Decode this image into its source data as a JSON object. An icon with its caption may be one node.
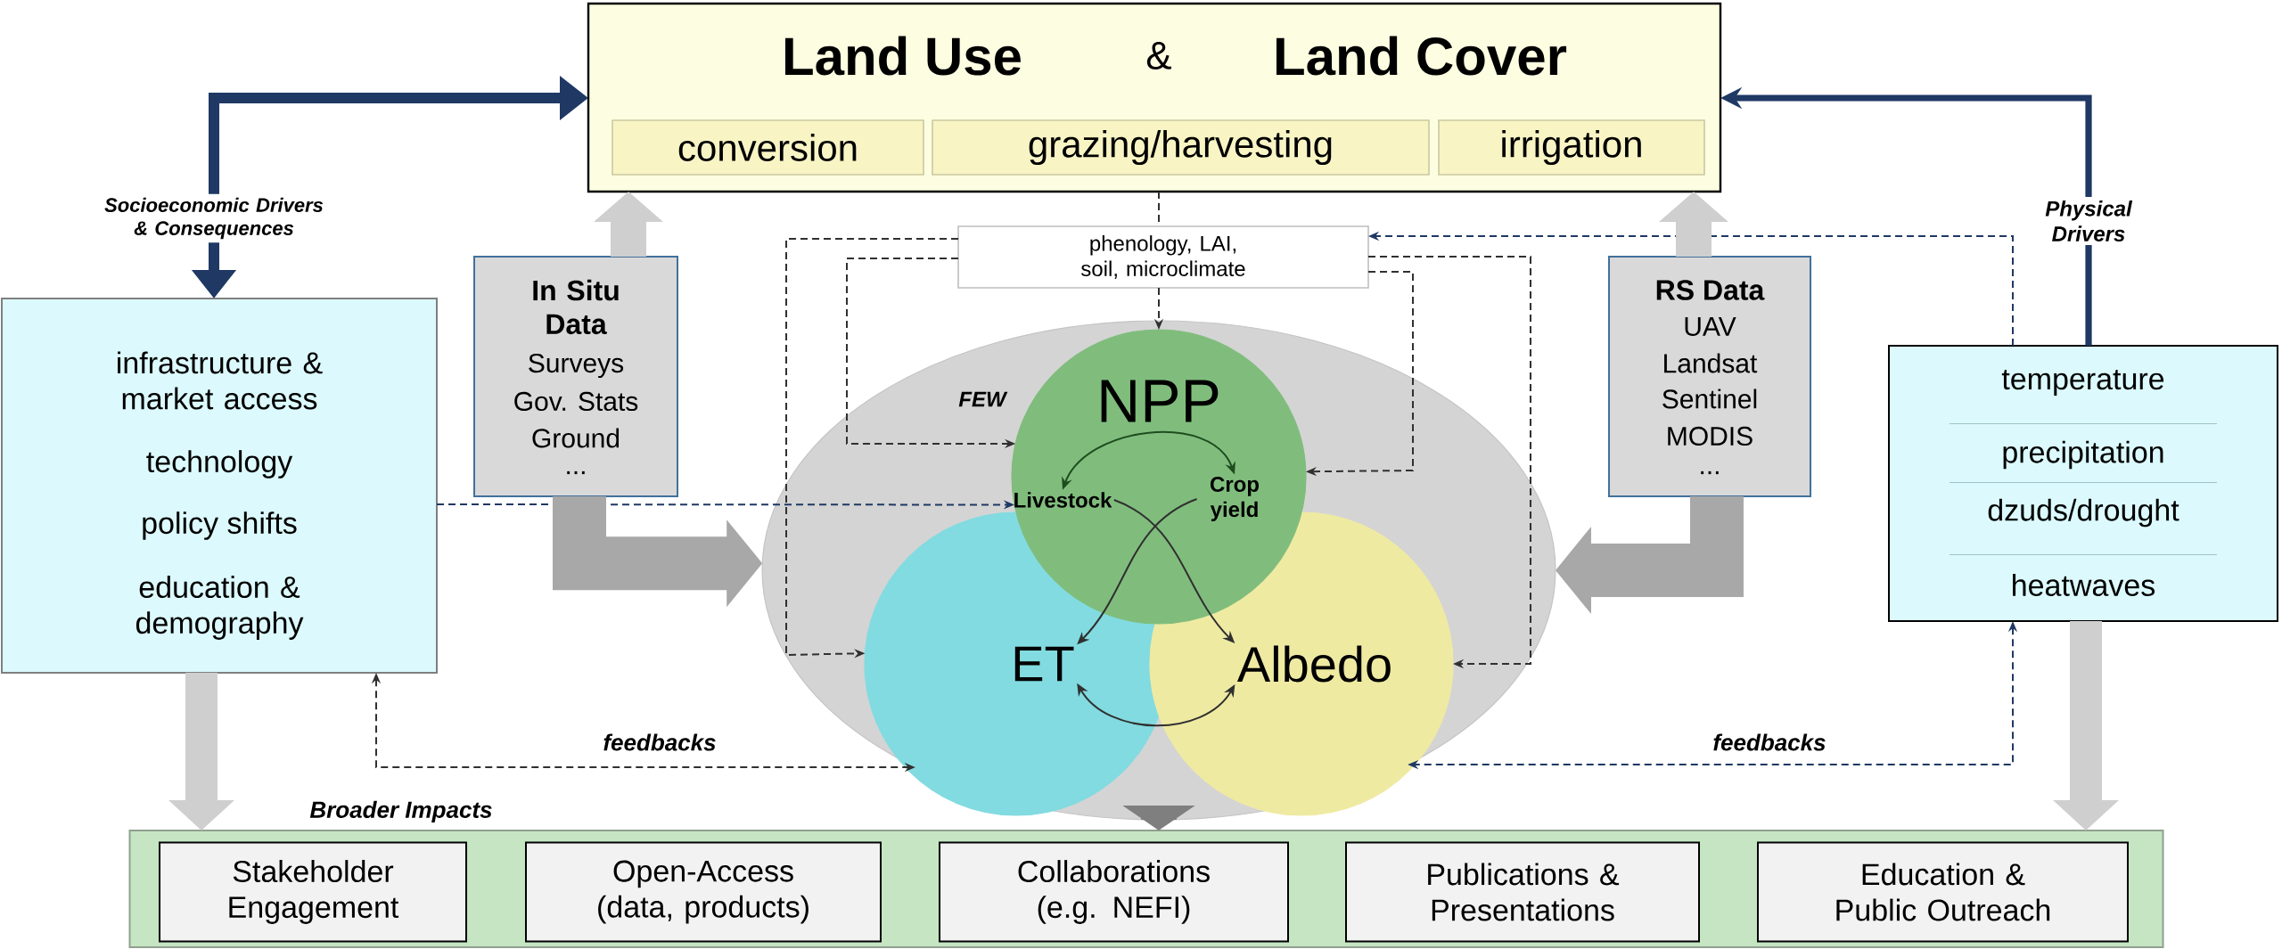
{
  "diagram": {
    "nodes": [
      {
        "text": [
          "Land Use",
          "&",
          "Land Cover"
        ]
      },
      {
        "text": [
          "conversion"
        ],
        "in": 0
      },
      {
        "text": [
          "grazing/harvesting"
        ],
        "in": 0
      },
      {
        "text": [
          "irrigation"
        ],
        "in": 0
      },
      {
        "text": [
          "phenology, LAI, soil, microclimate"
        ]
      },
      {
        "text": [
          "In Situ Data",
          "Surveys",
          "Gov. Stats",
          "Ground",
          "..."
        ]
      },
      {
        "text": [
          "RS Data",
          "UAV",
          "Landsat",
          "Sentinel",
          "MODIS",
          "..."
        ]
      },
      {
        "text": [
          "infrastructure & market access",
          "technology",
          "policy shifts",
          "education & demography"
        ]
      },
      {
        "text": [
          "temperature",
          "precipitation",
          "dzuds/drought",
          "heatwaves"
        ]
      },
      {
        "text": [
          "FEW"
        ]
      },
      {
        "text": [
          "NPP"
        ],
        "in": 9
      },
      {
        "text": [
          "Livestock"
        ],
        "in": 10
      },
      {
        "text": [
          "Crop yield"
        ],
        "in": 10
      },
      {
        "text": [
          "ET"
        ],
        "in": 9
      },
      {
        "text": [
          "Albedo"
        ],
        "in": 9
      },
      {
        "text": [
          "Broader Impacts"
        ]
      },
      {
        "text": [
          "Stakeholder Engagement"
        ],
        "in": 15
      },
      {
        "text": [
          "Open-Access (data, products)"
        ],
        "in": 15
      },
      {
        "text": [
          "Collaborations (e.g. NEFI)"
        ],
        "in": 15
      },
      {
        "text": [
          "Publications & Presentations"
        ],
        "in": 15
      },
      {
        "text": [
          "Education & Public Outreach"
        ],
        "in": 15
      }
    ],
    "edges": [
      {
        "from": 7,
        "to": 0,
        "arrow": "both",
        "label": "Socioeconomic Drivers & Consequences",
        "style": "thick",
        "color": "#1f3864"
      },
      {
        "from": 8,
        "to": 0,
        "arrow": "to",
        "label": "Physical Drivers",
        "style": "thick",
        "color": "#1f3864"
      },
      {
        "from": 8,
        "to": 4,
        "arrow": "to",
        "style": "dashed",
        "color": "#1f3864"
      },
      {
        "from": 0,
        "to": 4,
        "arrow": "none",
        "style": "dashed"
      },
      {
        "from": 4,
        "to": 10,
        "arrow": "to",
        "style": "dashed"
      },
      {
        "from": 4,
        "to": 10,
        "arrow": "to",
        "style": "dashed"
      },
      {
        "from": 4,
        "to": 13,
        "arrow": "to",
        "style": "dashed"
      },
      {
        "from": 4,
        "to": 10,
        "arrow": "to",
        "style": "dashed"
      },
      {
        "from": 4,
        "to": 14,
        "arrow": "to",
        "style": "dashed"
      },
      {
        "from": 7,
        "to": 10,
        "arrow": "to",
        "style": "dashed",
        "color": "#1f3864"
      },
      {
        "from": 7,
        "to": 9,
        "arrow": "both",
        "label": "feedbacks",
        "style": "dashed"
      },
      {
        "from": 8,
        "to": 9,
        "arrow": "both",
        "label": "feedbacks",
        "style": "dashed",
        "color": "#1f3864"
      },
      {
        "from": 11,
        "to": 12,
        "arrow": "both",
        "color": "#1e4d1e"
      },
      {
        "from": 12,
        "to": 13,
        "arrow": "to"
      },
      {
        "from": 11,
        "to": 14,
        "arrow": "to"
      },
      {
        "from": 13,
        "to": 14,
        "arrow": "both"
      },
      {
        "from": 5,
        "to": 0,
        "arrow": "to",
        "style": "thick",
        "color": "#cfcfcf"
      },
      {
        "from": 6,
        "to": 0,
        "arrow": "to",
        "style": "thick",
        "color": "#cfcfcf"
      },
      {
        "from": 5,
        "to": 9,
        "arrow": "to",
        "style": "thick",
        "color": "#a8a8a8"
      },
      {
        "from": 6,
        "to": 9,
        "arrow": "to",
        "style": "thick",
        "color": "#a8a8a8"
      },
      {
        "from": 9,
        "to": 15,
        "arrow": "to",
        "style": "thick",
        "color": "#7f7f7f"
      },
      {
        "from": 7,
        "to": 15,
        "arrow": "to",
        "style": "thick",
        "color": "#cfcfcf"
      },
      {
        "from": 8,
        "to": 15,
        "arrow": "to",
        "style": "thick",
        "color": "#cfcfcf"
      }
    ]
  }
}
